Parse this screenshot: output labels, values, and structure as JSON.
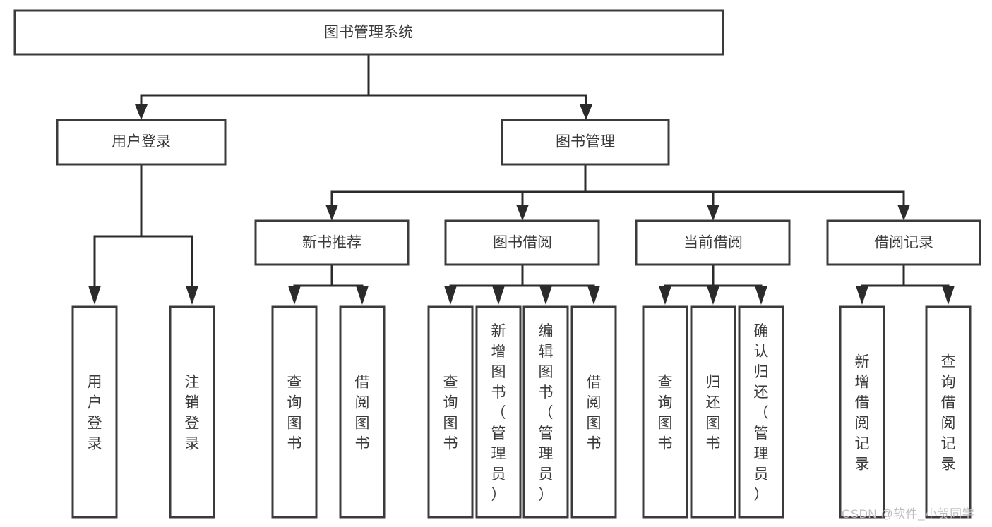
{
  "diagram": {
    "type": "tree-hierarchy-chart",
    "title": "图书管理系统",
    "watermark": "CSDN @软件_小贺同学",
    "colors": {
      "box_stroke": "#3b3b3b",
      "connector": "#2b2b2b",
      "text": "#3a3a3a",
      "background": "#ffffff",
      "watermark": "#bdbdbd"
    },
    "levels": {
      "root": {
        "label": "图书管理系统"
      },
      "level2": [
        {
          "label": "用户登录"
        },
        {
          "label": "图书管理"
        }
      ],
      "level3": [
        {
          "label": "新书推荐"
        },
        {
          "label": "图书借阅"
        },
        {
          "label": "当前借阅"
        },
        {
          "label": "借阅记录"
        }
      ],
      "leaves": {
        "user_login": [
          {
            "label": "用户登录"
          },
          {
            "label": "注销登录"
          }
        ],
        "new_book_recommend": [
          {
            "label": "查询图书"
          },
          {
            "label": "借阅图书"
          }
        ],
        "book_borrow": [
          {
            "label": "查询图书"
          },
          {
            "label": "新增图书（管理员）"
          },
          {
            "label": "编辑图书（管理员）"
          },
          {
            "label": "借阅图书"
          }
        ],
        "current_borrow": [
          {
            "label": "查询图书"
          },
          {
            "label": "归还图书"
          },
          {
            "label": "确认归还（管理员）"
          }
        ],
        "borrow_record": [
          {
            "label": "新增借阅记录"
          },
          {
            "label": "查询借阅记录"
          }
        ]
      }
    }
  }
}
